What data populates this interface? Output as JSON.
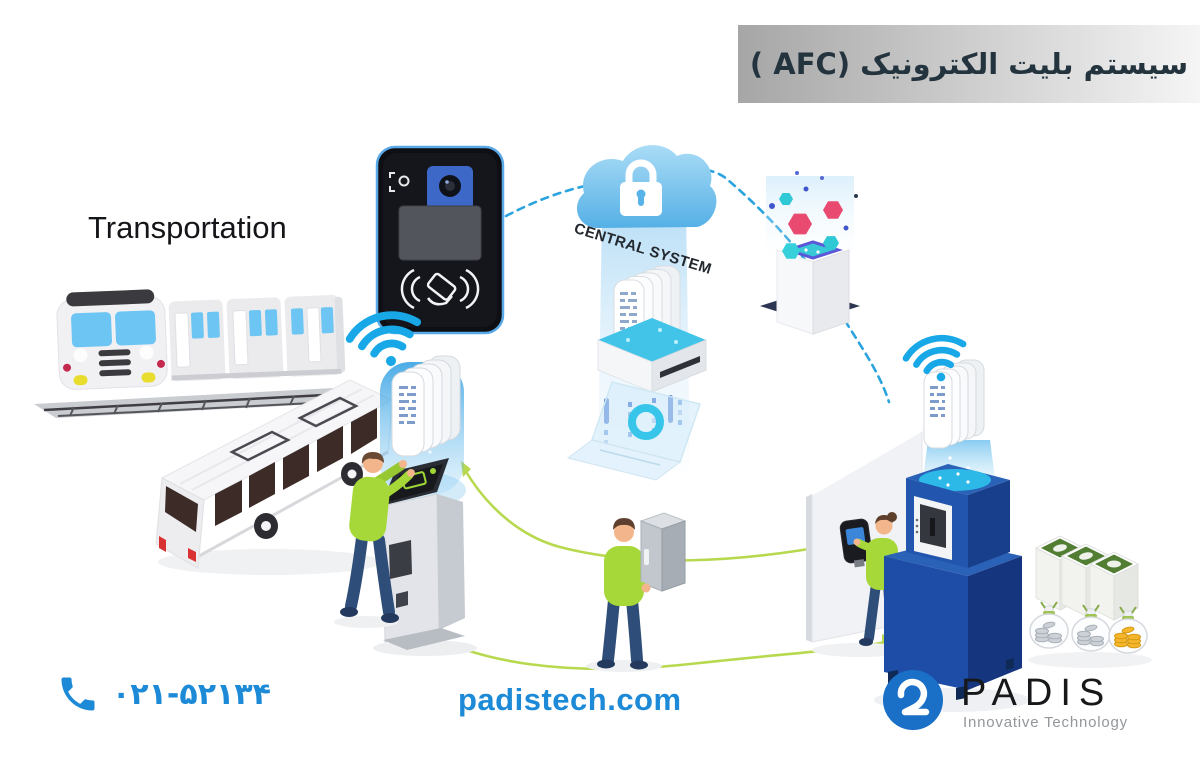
{
  "banner": {
    "title": "سیستم بلیت الکترونیک (AFC )"
  },
  "scene": {
    "transportation_label": "Transportation",
    "central_system_label": "CENTRAL SYSTEM"
  },
  "footer": {
    "phone_number": "۰۲۱-۵۲۱۳۴",
    "website": "padistech.com",
    "brand_name": "PADIS",
    "brand_tagline": "Innovative Technology",
    "logo_mark": "2"
  },
  "icons": {
    "phone": "phone-icon",
    "wifi": "wifi-icon",
    "cloud_lock": "cloud-lock-icon",
    "padis_logo": "padis-logo-mark"
  },
  "colors": {
    "accent_blue": "#1c8ad6",
    "brand_blue": "#1a6fc6",
    "dash_blue": "#2aa3de",
    "lime_green": "#a5d838",
    "line_green": "#b8d94f",
    "machine_blue": "#1d4da6",
    "cyan_platform": "#41c4e8",
    "cloud_blue": "#58b4e8",
    "banner_text": "#24343f",
    "banner_grad_left": "#a6a6a6",
    "banner_grad_right": "#f5f5f5"
  }
}
